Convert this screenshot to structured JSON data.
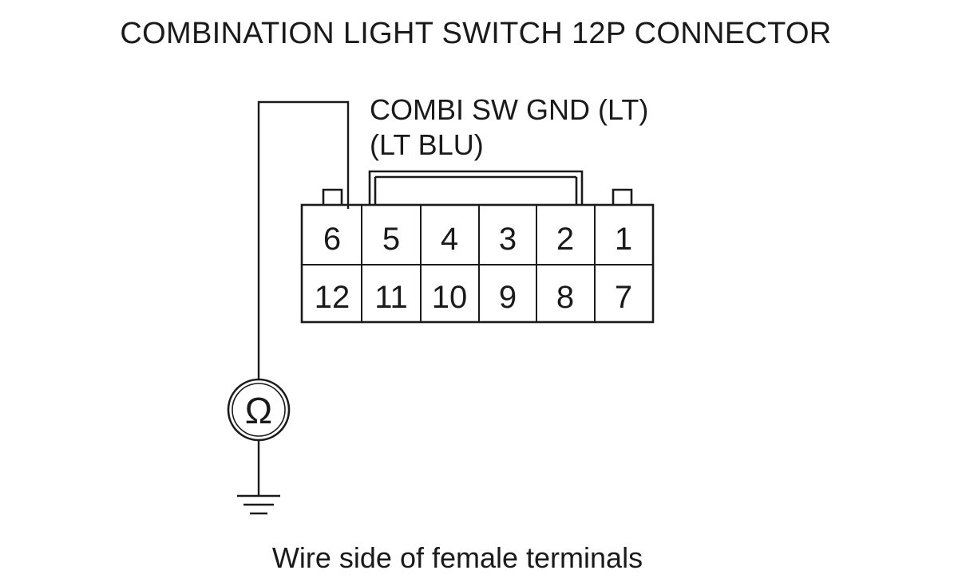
{
  "title": "COMBINATION LIGHT SWITCH 12P CONNECTOR",
  "terminal_label": {
    "line1": "COMBI SW GND (LT)",
    "line2": "(LT BLU)"
  },
  "connector": {
    "top_row": [
      "6",
      "5",
      "4",
      "3",
      "2",
      "1"
    ],
    "bottom_row": [
      "12",
      "11",
      "10",
      "9",
      "8",
      "7"
    ]
  },
  "meter_symbol": "Ω",
  "caption": "Wire side of female terminals"
}
